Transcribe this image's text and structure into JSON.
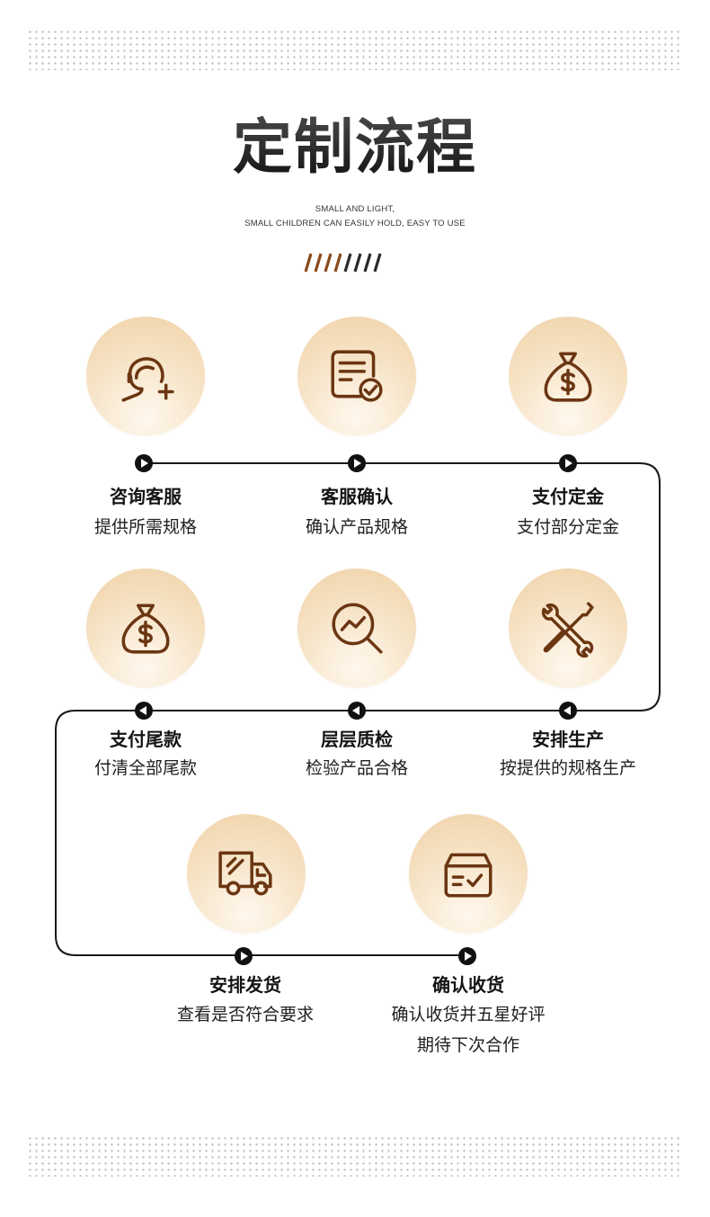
{
  "header": {
    "title": "定制流程",
    "subtitle_line1": "SMALL AND LIGHT,",
    "subtitle_line2": "SMALL CHILDREN CAN EASILY HOLD, EASY TO USE"
  },
  "colors": {
    "accent": "#7b3f14",
    "icon_stroke": "#6b3612",
    "circle_fill": "#f6e2c4",
    "line": "#1a1a1a",
    "slash_dark": "#2a2a2a"
  },
  "steps": [
    {
      "icon": "customer-service-icon",
      "title": "咨询客服",
      "desc": "提供所需规格"
    },
    {
      "icon": "confirm-document-icon",
      "title": "客服确认",
      "desc": "确认产品规格"
    },
    {
      "icon": "money-bag-icon",
      "title": "支付定金",
      "desc": "支付部分定金"
    },
    {
      "icon": "money-bag-icon",
      "title": "支付尾款",
      "desc": "付清全部尾款"
    },
    {
      "icon": "inspection-magnifier-icon",
      "title": "层层质检",
      "desc": "检验产品合格"
    },
    {
      "icon": "tools-icon",
      "title": "安排生产",
      "desc": "按提供的规格生产"
    },
    {
      "icon": "delivery-truck-icon",
      "title": "安排发货",
      "desc": "查看是否符合要求"
    },
    {
      "icon": "receipt-box-icon",
      "title": "确认收货",
      "desc": "确认收货并五星好评",
      "desc2": "期待下次合作"
    }
  ]
}
